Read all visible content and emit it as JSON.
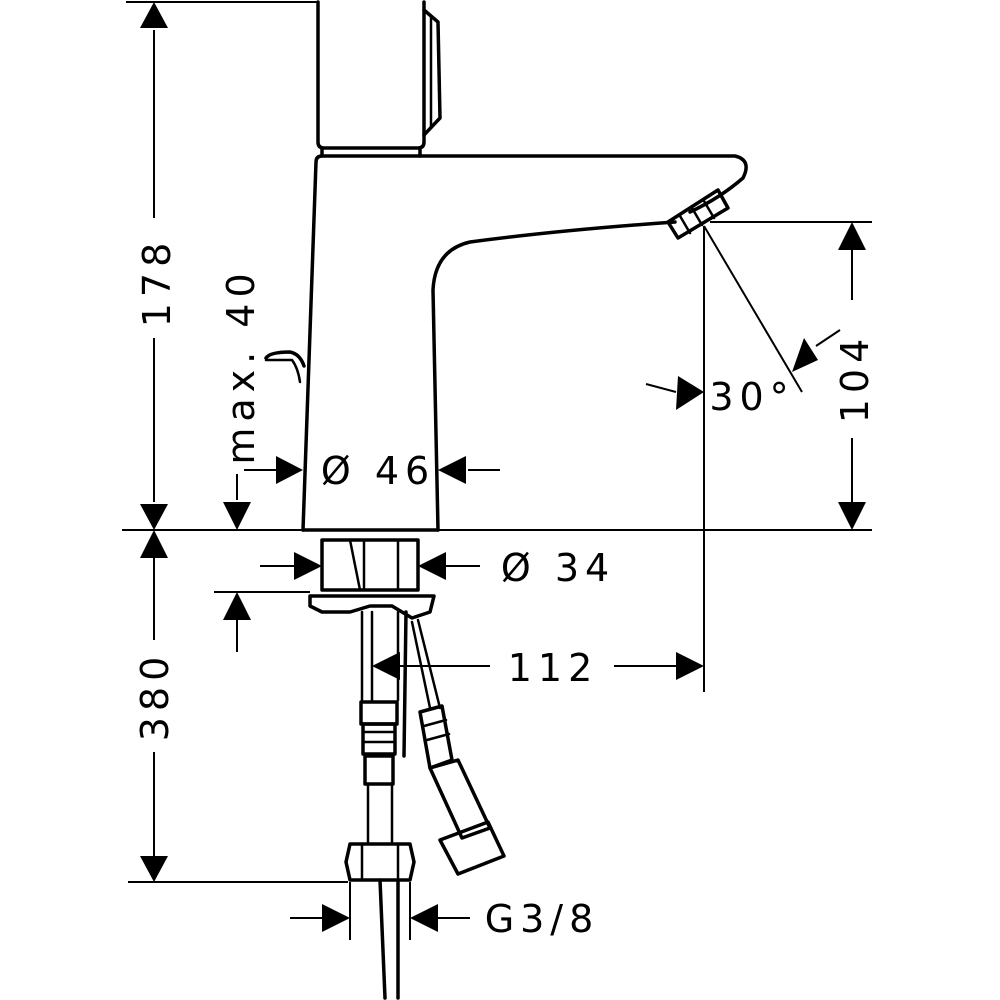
{
  "dimensions": {
    "overall_height": "178",
    "max_height": "max. 40",
    "body_diameter": "Ø 46",
    "base_diameter": "Ø 34",
    "spout_height": "104",
    "spray_angle": "30°",
    "spout_reach": "112",
    "hose_length": "380",
    "connection_thread": "G3/8"
  }
}
